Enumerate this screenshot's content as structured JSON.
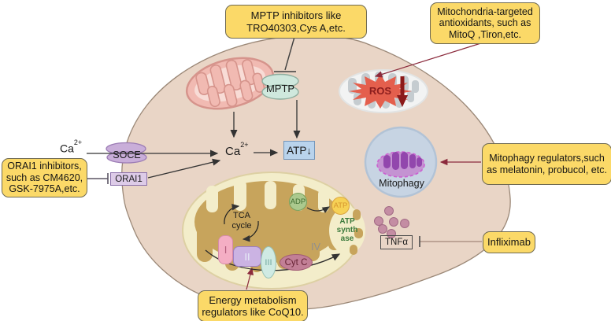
{
  "figure": {
    "background": "#ffffff",
    "cell_color": "#e9d5c6",
    "box_fill": "#fbd968",
    "box_border": "#6f6a52",
    "inhibitor_red": "#8b2a3c",
    "ros_arrow_red": "#8b1a1a"
  },
  "boxes": {
    "mptp_inhibitors": {
      "line1": "MPTP inhibitors like",
      "line2": "TRO40303,Cys A,etc."
    },
    "antioxidants": {
      "line1": "Mitochondria-targeted",
      "line2": "antioxidants, such as",
      "line3": "MitoQ ,Tiron,etc."
    },
    "orai1_inhibitors": {
      "line1": "ORAI1 inhibitors,",
      "line2": "such as CM4620,",
      "line3": "GSK-7975A,etc."
    },
    "mitophagy_regulators": {
      "line1": "Mitophagy regulators,such",
      "line2": "as melatonin, probucol, etc."
    },
    "infliximab": {
      "line1": "Infliximab"
    },
    "energy_regulators": {
      "line1": "Energy metabolism",
      "line2": "regulators like CoQ10."
    }
  },
  "membrane": {
    "calcium_external": {
      "base": "Ca",
      "sup": "2+"
    },
    "soce": "SOCE",
    "orai1": "ORAI1"
  },
  "cytosol": {
    "calcium_internal": {
      "base": "Ca",
      "sup": "2+"
    },
    "atp": "ATP",
    "atp_arrow": "↓",
    "mptp": "MPTP",
    "ros": "ROS",
    "mitophagy": "Mitophagy",
    "tnfa": "TNFα"
  },
  "mitochondrion": {
    "tca_line1": "TCA",
    "tca_line2": "cycle",
    "adp": "ADP",
    "atp": "ATP",
    "synthase_line1": "ATP",
    "synthase_line2": "synth",
    "synthase_line3": "ase",
    "complex_i": "I",
    "complex_ii": "II",
    "complex_iii": "III",
    "cyt_c": "Cyt C",
    "complex_iv": "IV"
  }
}
